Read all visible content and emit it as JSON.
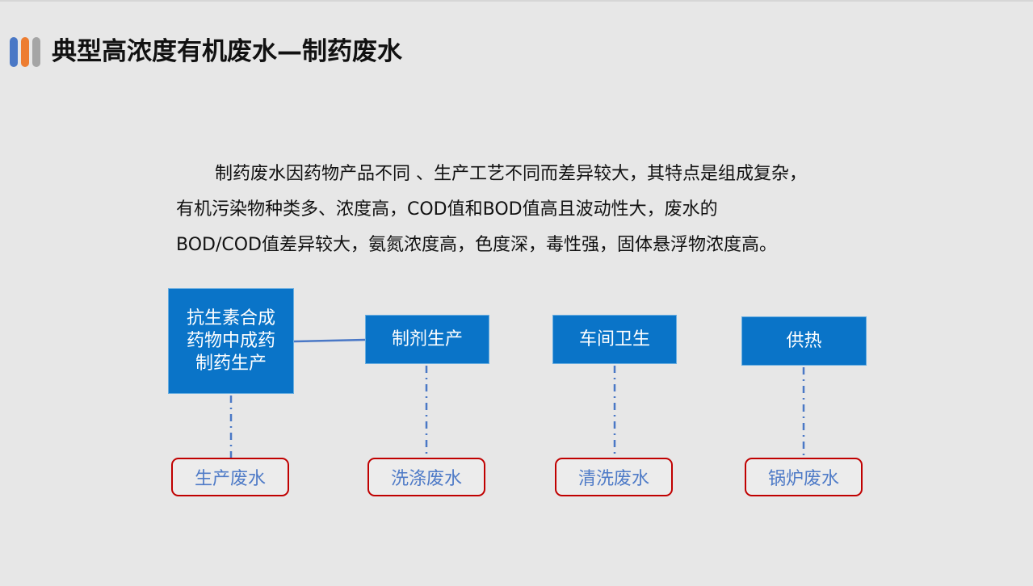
{
  "colors": {
    "bar_blue": "#4a78c6",
    "bar_orange": "#ed7d31",
    "bar_gray": "#a5a5a5",
    "box_blue": "#0a74c8",
    "outline_red": "#c00000",
    "output_text": "#4f7bc7",
    "connector": "#4a78c6"
  },
  "header": {
    "title": "典型高浓度有机废水—制药废水"
  },
  "description": {
    "line1": "制药废水因药物产品不同 、生产工艺不同而差异较大，其特点是组成复杂，",
    "line2": "有机污染物种类多、浓度高，COD值和BOD值高且波动性大，废水的",
    "line3": "BOD/COD值差异较大，氨氮浓度高，色度深，毒性强，固体悬浮物浓度高。"
  },
  "diagram": {
    "sources": {
      "main": "抗生素合成\n药物中成药\n制药生产",
      "zhiji": "制剂生产",
      "chejian": "车间卫生",
      "gongre": "供热"
    },
    "outputs": {
      "o1": "生产废水",
      "o2": "洗涤废水",
      "o3": "清洗废水",
      "o4": "锅炉废水"
    }
  }
}
